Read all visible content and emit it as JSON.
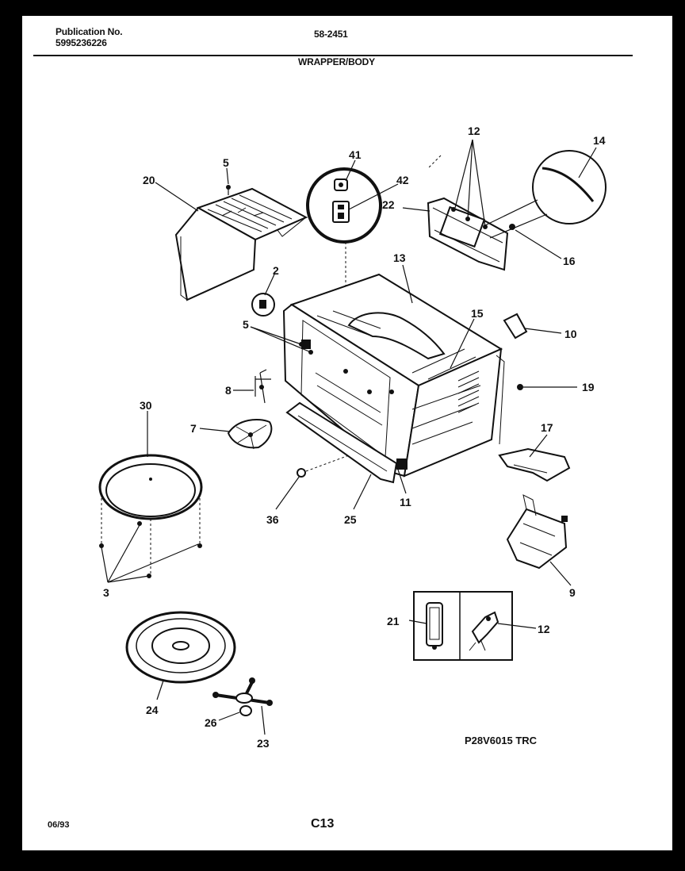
{
  "header": {
    "publication_label": "Publication No.",
    "publication_number": "5995236226",
    "model": "58-2451",
    "section_title": "WRAPPER/BODY"
  },
  "diagram": {
    "part_labels": {
      "p2": "2",
      "p3": "3",
      "p5a": "5",
      "p5b": "5",
      "p7": "7",
      "p8": "8",
      "p9": "9",
      "p10": "10",
      "p11": "11",
      "p12a": "12",
      "p12b": "12",
      "p13": "13",
      "p14": "14",
      "p15": "15",
      "p16": "16",
      "p17": "17",
      "p19": "19",
      "p20": "20",
      "p21": "21",
      "p22": "22",
      "p23": "23",
      "p24": "24",
      "p25": "25",
      "p26": "26",
      "p30": "30",
      "p36": "36",
      "p41": "41",
      "p42": "42"
    },
    "drawing_ref": "P28V6015 TRC"
  },
  "footer": {
    "date": "06/93",
    "page": "C13"
  }
}
